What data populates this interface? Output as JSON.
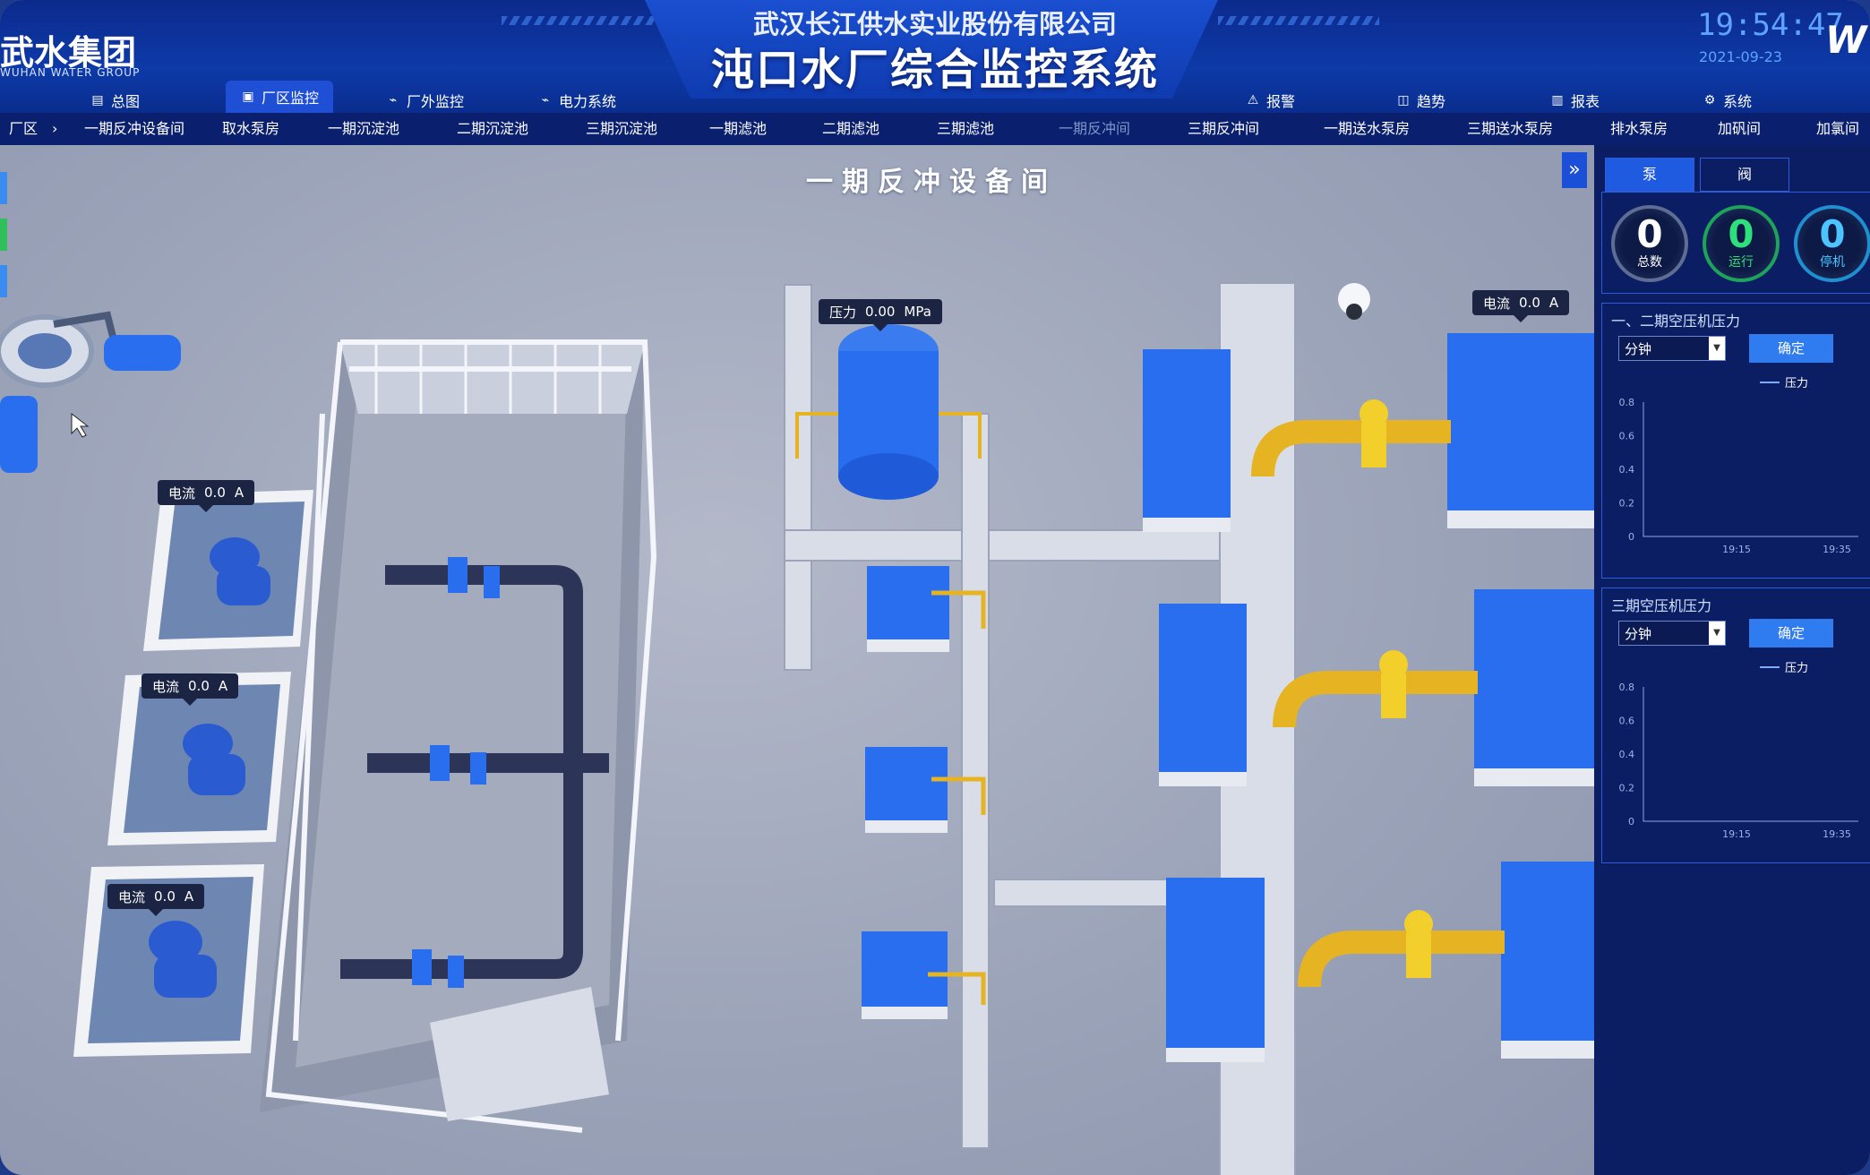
{
  "header": {
    "logo_text": "武水集团",
    "logo_sub": "WUHAN WATER GROUP",
    "company": "武汉长江供水实业股份有限公司",
    "system_title": "沌口水厂综合监控系统",
    "time": "19:54:47",
    "date": "2021-09-23",
    "brand": "W",
    "nav": [
      {
        "label": "总图",
        "icon": "overview-icon"
      },
      {
        "label": "厂区监控",
        "icon": "monitor-icon"
      },
      {
        "label": "厂外监控",
        "icon": "satellite-icon"
      },
      {
        "label": "电力系统",
        "icon": "power-icon"
      },
      {
        "label": "报警",
        "icon": "alarm-icon"
      },
      {
        "label": "趋势",
        "icon": "trend-icon"
      },
      {
        "label": "报表",
        "icon": "report-icon"
      },
      {
        "label": "系统",
        "icon": "gear-icon"
      }
    ]
  },
  "subnav": {
    "root": "厂区",
    "items": [
      "一期反冲设备间",
      "取水泵房",
      "一期沉淀池",
      "二期沉淀池",
      "三期沉淀池",
      "一期滤池",
      "二期滤池",
      "三期滤池",
      "一期反冲间",
      "三期反冲间",
      "一期送水泵房",
      "三期送水泵房",
      "排水泵房",
      "加矾间",
      "加氯间"
    ],
    "current": "一期反冲间"
  },
  "scene": {
    "title": "一期反冲设备间",
    "tags": [
      {
        "label": "电流",
        "value": "0.0",
        "unit": "A"
      },
      {
        "label": "电流",
        "value": "0.0",
        "unit": "A"
      },
      {
        "label": "电流",
        "value": "0.0",
        "unit": "A"
      },
      {
        "label": "压力",
        "value": "0.00",
        "unit": "MPa"
      },
      {
        "label": "电流",
        "value": "0.0",
        "unit": "A"
      }
    ],
    "expand_icon": "»"
  },
  "panel": {
    "tabs": [
      "泵",
      "阀"
    ],
    "stats": [
      {
        "value": "0",
        "label": "总数"
      },
      {
        "value": "0",
        "label": "运行"
      },
      {
        "value": "0",
        "label": "停机"
      }
    ],
    "charts": [
      {
        "title": "一、二期空压机压力",
        "select": "分钟",
        "confirm": "确定",
        "legend": "压力"
      },
      {
        "title": "三期空压机压力",
        "select": "分钟",
        "confirm": "确定",
        "legend": "压力"
      }
    ]
  },
  "chart_data": [
    {
      "type": "line",
      "title": "一、二期空压机压力",
      "series": [
        {
          "name": "压力",
          "values": []
        }
      ],
      "x_ticks": [
        "19:15",
        "19:35"
      ],
      "y_ticks": [
        "0",
        "0.2",
        "0.4",
        "0.6",
        "0.8"
      ],
      "ylim": [
        0,
        0.8
      ]
    },
    {
      "type": "line",
      "title": "三期空压机压力",
      "series": [
        {
          "name": "压力",
          "values": []
        }
      ],
      "x_ticks": [
        "19:15",
        "19:35"
      ],
      "y_ticks": [
        "0",
        "0.2",
        "0.4",
        "0.6",
        "0.8"
      ],
      "ylim": [
        0,
        0.8
      ]
    }
  ],
  "colors": {
    "accent": "#1f5be0",
    "header": "#0d3aa8",
    "equipment": "#2a6ef0",
    "pipe_yellow": "#e6b422",
    "run_green": "#2ee07a"
  }
}
